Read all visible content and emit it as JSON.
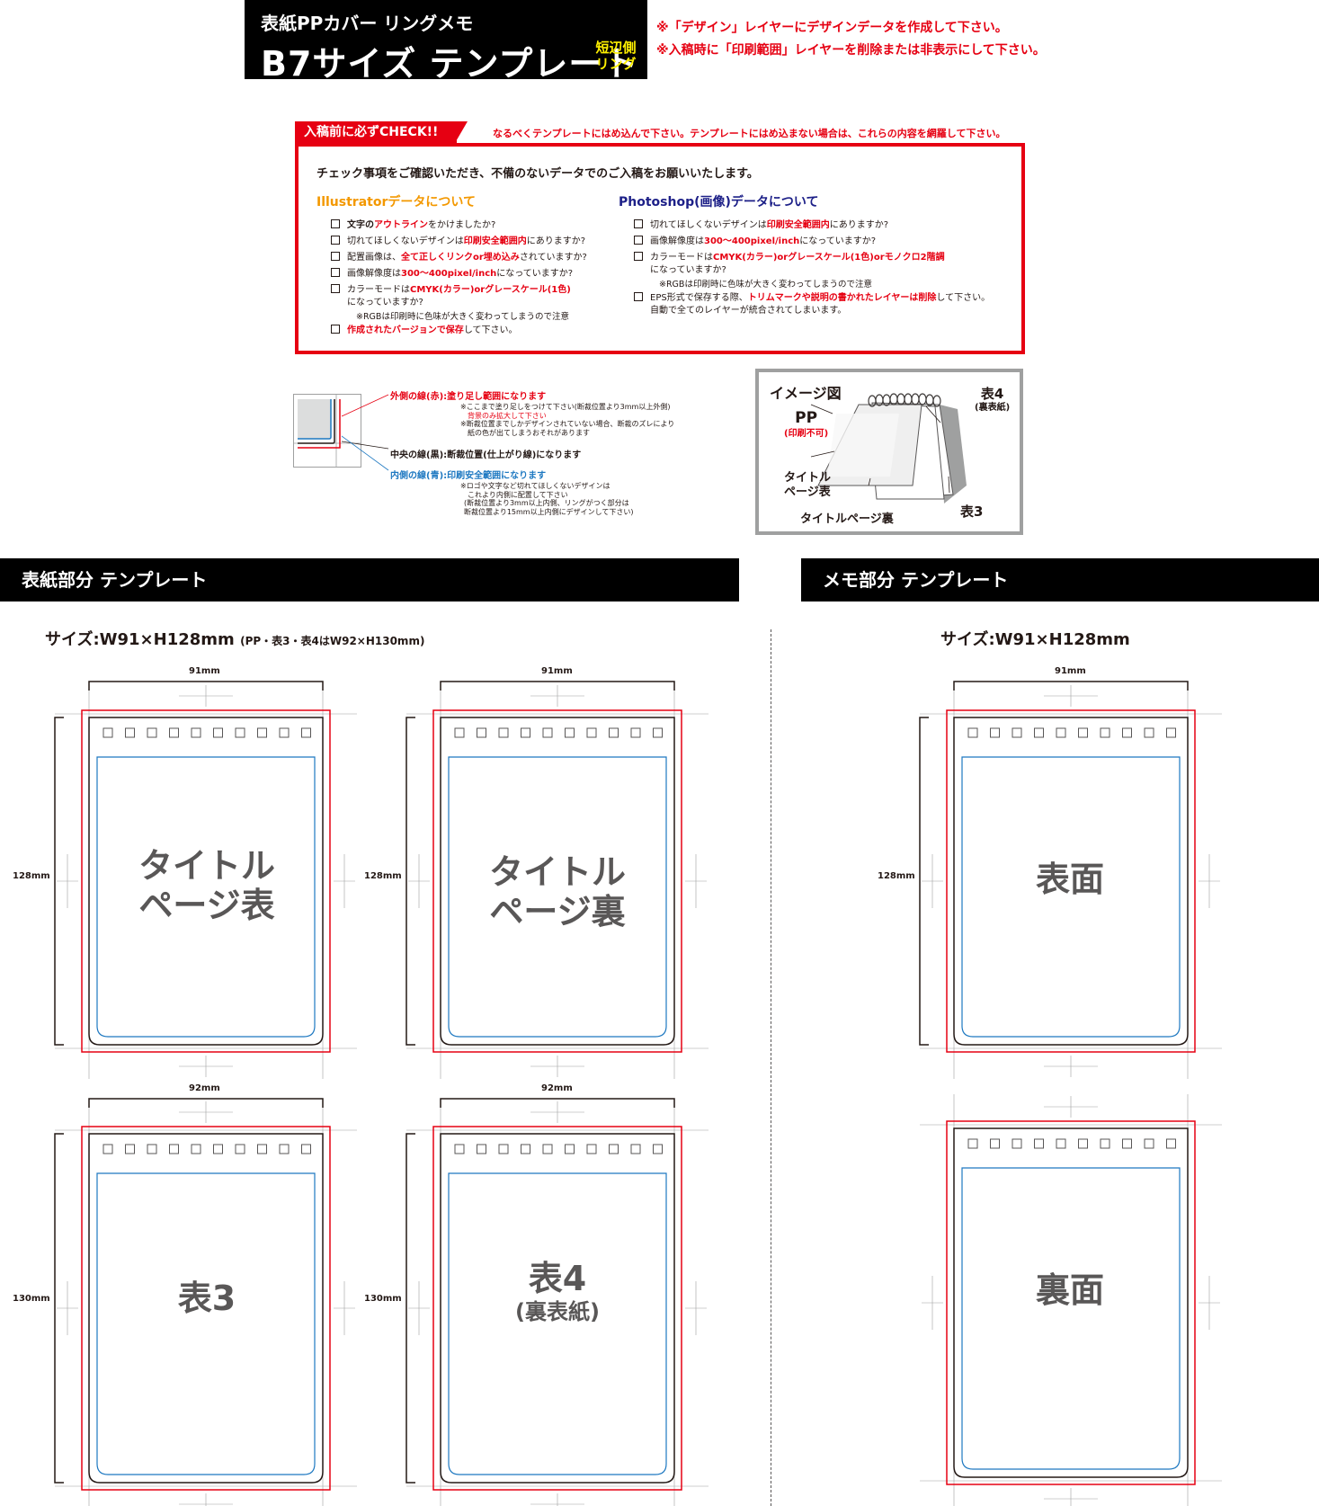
{
  "header": {
    "subtitle": "表紙PPカバー リングメモ",
    "title": "B7サイズ テンプレート",
    "ring_badge_1": "短辺側",
    "ring_badge_2": "リング",
    "notices": [
      "※「デザイン」レイヤーにデザインデータを作成して下さい。",
      "※入稿時に「印刷範囲」レイヤーを削除または非表示にして下さい。"
    ]
  },
  "check": {
    "tab": "入稿前に必ずCHECK!!",
    "note": "なるべくテンプレートにはめ込んで下さい。テンプレートにはめ込まない場合は、これらの内容を網羅して下さい。",
    "lead": "チェック事項をご確認いただき、不備のないデータでのご入稿をお願いいたします。",
    "illustrator": {
      "heading": "Illustratorデータについて",
      "items": [
        {
          "pre": "文字の",
          "em": "アウトライン",
          "post": "をかけましたか?"
        },
        {
          "pre": "切れてほしくないデザインは",
          "em": "印刷安全範囲内",
          "post": "にありますか?"
        },
        {
          "pre": "配置画像は、",
          "em": "全て正しくリンクor埋め込み",
          "post": "されていますか?"
        },
        {
          "pre": "画像解像度は",
          "em": "300〜400pixel/inch",
          "post": "になっていますか?"
        },
        {
          "pre": "カラーモードは",
          "em": "CMYK(カラー)orグレースケール(1色)",
          "post": ""
        },
        {
          "pre": "",
          "em": "作成されたバージョンで保存",
          "post": "して下さい。"
        }
      ],
      "continuation": "になっていますか?",
      "sub_note": "※RGBは印刷時に色味が大きく変わってしまうので注意"
    },
    "photoshop": {
      "heading": "Photoshop(画像)データについて",
      "items": [
        {
          "pre": "切れてほしくないデザインは",
          "em": "印刷安全範囲内",
          "post": "にありますか?"
        },
        {
          "pre": "画像解像度は",
          "em": "300〜400pixel/inch",
          "post": "になっていますか?"
        },
        {
          "pre": "カラーモードは",
          "em": "CMYK(カラー)orグレースケール(1色)orモノクロ2階調",
          "post": ""
        },
        {
          "pre": "EPS形式で保存する際、",
          "em": "トリムマークや説明の書かれたレイヤーは削除",
          "post": "して下さい。"
        }
      ],
      "continuation": "になっていますか?",
      "sub_note": "※RGBは印刷時に色味が大きく変わってしまうので注意",
      "eps_note": "自動で全てのレイヤーが統合されてしまいます。"
    }
  },
  "legend": {
    "outer_label": "外側の線(赤):",
    "outer_desc": "塗り足し範囲になります",
    "outer_notes": [
      "※ここまで塗り足しをつけて下さい(断裁位置より3mm以上外側)",
      "背景のみ拡大して下さい",
      "※断裁位置までしかデザインされていない場合、断裁のズレにより",
      "紙の色が出てしまうおそれがあります"
    ],
    "middle_label": "中央の線(黒):断裁位置(仕上がり線)になります",
    "inner_label": "内側の線(青):",
    "inner_desc": "印刷安全範囲になります",
    "inner_notes": [
      "※ロゴや文字など切れてほしくないデザインは",
      "これより内側に配置して下さい",
      "(断裁位置より3mm以上内側、リングがつく部分は",
      "断裁位置より15mm以上内側にデザインして下さい)"
    ]
  },
  "image_diagram": {
    "title": "イメージ図",
    "pp": "PP",
    "pp_note": "(印刷不可)",
    "back4": "表4",
    "back4_note": "(裏表紙)",
    "title_front_1": "タイトル",
    "title_front_2": "ページ表",
    "title_back": "タイトルページ裏",
    "back3": "表3"
  },
  "sections": {
    "cover": {
      "bar": "表紙部分 テンプレート",
      "size": "サイズ:W91×H128mm",
      "size_note": "(PP・表3・表4はW92×H130mm)"
    },
    "memo": {
      "bar": "メモ部分 テンプレート",
      "size": "サイズ:W91×H128mm"
    }
  },
  "templates": [
    {
      "width": "91mm",
      "height": "128mm",
      "label": [
        "タイトル",
        "ページ表"
      ]
    },
    {
      "width": "91mm",
      "height": "128mm",
      "label": [
        "タイトル",
        "ページ裏"
      ]
    },
    {
      "width": "92mm",
      "height": "130mm",
      "label": [
        "表3"
      ]
    },
    {
      "width": "92mm",
      "height": "130mm",
      "label": [
        "表4",
        "(裏表紙)"
      ]
    },
    {
      "width": "91mm",
      "height": "128mm",
      "label": [
        "表面"
      ]
    },
    {
      "label": [
        "裏面"
      ]
    }
  ],
  "colors": {
    "bleed": "#e60012",
    "trim": "#231815",
    "safe": "#1d78c1",
    "header_bg": "#000000",
    "ring_badge": "#fff100"
  }
}
